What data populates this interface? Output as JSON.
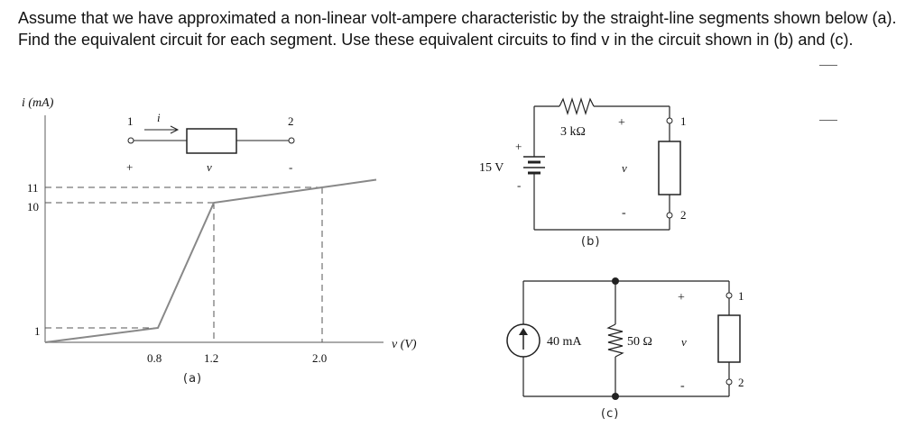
{
  "problem_text": "Assume that we have approximated a non-linear volt-ampere characteristic by the straight-line segments shown below (a). Find the equivalent circuit for each segment. Use these equivalent circuits to find v in the circuit shown in (b) and (c).",
  "graph": {
    "y_axis_label": "i (mA)",
    "x_axis_label": "v (V)",
    "y_ticks": [
      "11",
      "10",
      "1"
    ],
    "x_ticks": [
      "0.8",
      "1.2",
      "2.0"
    ],
    "caption": "(a)",
    "piecewise_points": [
      {
        "v": 0,
        "i": 0
      },
      {
        "v": 0.8,
        "i": 1
      },
      {
        "v": 1.2,
        "i": 10
      },
      {
        "v": 2.0,
        "i": 11
      }
    ],
    "element": {
      "terminal_1": "1",
      "terminal_2": "2",
      "current_label": "i",
      "plus": "+",
      "minus": "-",
      "voltage_label": "v"
    }
  },
  "circuit_b": {
    "resistor": "3 kΩ",
    "source": "15 V",
    "source_plus": "+",
    "source_minus": "-",
    "plus": "+",
    "minus": "-",
    "voltage_label": "v",
    "terminal_1": "1",
    "terminal_2": "2",
    "caption": "(b)"
  },
  "circuit_c": {
    "current_source": "40 mA",
    "resistor": "50 Ω",
    "plus": "+",
    "minus": "-",
    "voltage_label": "v",
    "terminal_1": "1",
    "terminal_2": "2",
    "caption": "(c)"
  }
}
